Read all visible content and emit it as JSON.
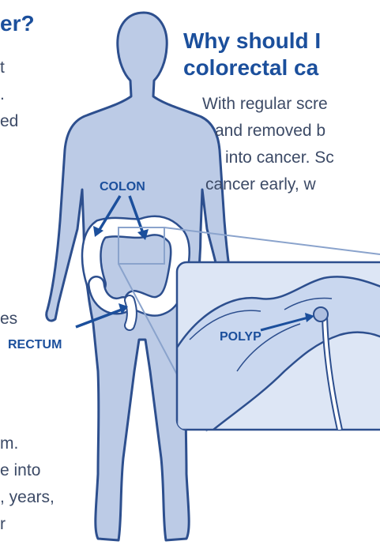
{
  "left_column": {
    "heading_fragment": "er?",
    "text_fragments": [
      "t",
      ".",
      "ed",
      "es",
      "m.",
      "e into",
      ", years,",
      "r"
    ]
  },
  "right_column": {
    "heading_line1": "Why should I",
    "heading_line2": "colorectal ca",
    "body_lines": [
      "With regular scre",
      "and removed b",
      "into cancer. Sc",
      "cancer early, w"
    ]
  },
  "diagram": {
    "labels": {
      "colon": "COLON",
      "rectum": "RECTUM",
      "polyp": "POLYP"
    }
  },
  "colors": {
    "brand_blue": "#1b4f9c",
    "body_fill": "#bccbe6",
    "body_outline": "#2d4f8e",
    "inset_fill": "#dde6f5",
    "text_gray": "#3c4a66"
  }
}
